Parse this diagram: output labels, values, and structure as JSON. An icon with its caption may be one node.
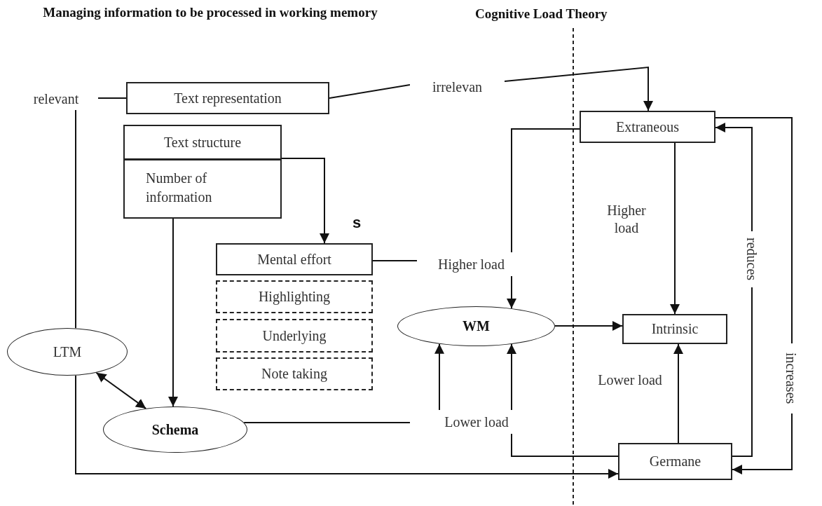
{
  "diagram": {
    "title": "Managing information to be processed in working memory",
    "nodes": [
      {
        "text": [
          "relevant"
        ]
      },
      {
        "text": [
          "Text representation"
        ]
      },
      {
        "text": [
          "irrelevan"
        ]
      },
      {
        "text": [
          "Extraneous"
        ]
      },
      {
        "text": [
          "Text structure"
        ]
      },
      {
        "text": [
          "Number of information"
        ]
      },
      {
        "text": [
          "Mental effort"
        ]
      },
      {
        "text": [
          "Higher load"
        ]
      },
      {
        "text": [
          "Highlighting"
        ]
      },
      {
        "text": [
          "WM"
        ]
      },
      {
        "text": [
          "Intrinsic"
        ]
      },
      {
        "text": [
          "Underlying"
        ]
      },
      {
        "text": [
          "LTM"
        ]
      },
      {
        "text": [
          "Note taking"
        ]
      },
      {
        "text": [
          "Schema"
        ]
      },
      {
        "text": [
          "Lower load"
        ]
      },
      {
        "text": [
          "Germane"
        ]
      }
    ],
    "edges": [
      {
        "from": 0,
        "to": 1,
        "arrow": "none"
      },
      {
        "from": 1,
        "to": 2,
        "arrow": "none"
      },
      {
        "from": 2,
        "to": 3,
        "arrow": "to"
      },
      {
        "from": 4,
        "to": 6,
        "arrow": "to"
      },
      {
        "from": 5,
        "to": 14,
        "arrow": "to"
      },
      {
        "from": 6,
        "to": 7,
        "arrow": "none"
      },
      {
        "from": 3,
        "to": 7,
        "arrow": "none"
      },
      {
        "from": 7,
        "to": 9,
        "arrow": "to"
      },
      {
        "from": 3,
        "to": 10,
        "arrow": "to",
        "label": "Higher load"
      },
      {
        "from": 9,
        "to": 10,
        "arrow": "to"
      },
      {
        "from": 15,
        "to": 9,
        "arrow": "to"
      },
      {
        "from": 15,
        "to": 9,
        "arrow": "to"
      },
      {
        "from": 14,
        "to": 15,
        "arrow": "none"
      },
      {
        "from": 16,
        "to": 15,
        "arrow": "none"
      },
      {
        "from": 16,
        "to": 10,
        "arrow": "to",
        "label": "Lower load"
      },
      {
        "from": 16,
        "to": 3,
        "arrow": "to",
        "label": "reduces"
      },
      {
        "from": 3,
        "to": 16,
        "arrow": "to",
        "label": "increases"
      },
      {
        "from": 0,
        "to": 12,
        "arrow": "none"
      },
      {
        "from": 12,
        "to": 16,
        "arrow": "to"
      },
      {
        "from": 12,
        "to": 14,
        "arrow": "both"
      }
    ],
    "labels": [
      "Cognitive Load Theory",
      "s"
    ]
  }
}
